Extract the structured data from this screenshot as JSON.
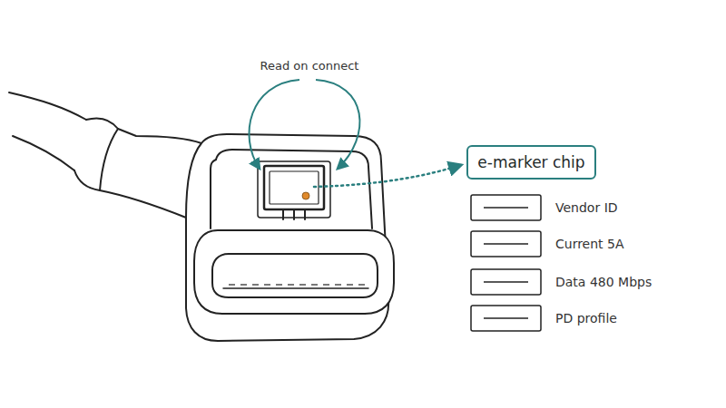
{
  "diagram": {
    "nodes": [
      {
        "text": [
          "e-marker chip"
        ]
      }
    ],
    "edges": [],
    "labels": [
      "Read on connect",
      "Vendor ID",
      "Current 5A",
      "Data 480 Mbps",
      "PD profile"
    ]
  }
}
